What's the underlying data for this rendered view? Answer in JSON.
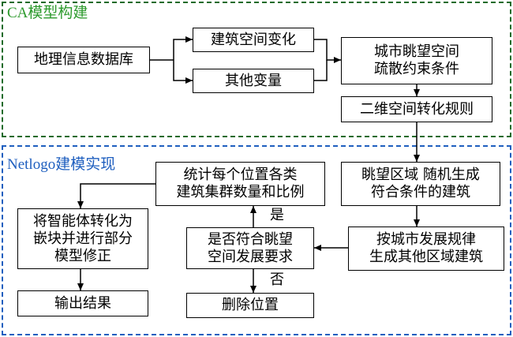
{
  "sections": {
    "ca_title": "CA模型构建",
    "netlogo_title": "Netlogo建模实现"
  },
  "nodes": {
    "gis_db": "地理信息数据库",
    "building_change": "建筑空间变化",
    "other_change": "其他变量",
    "city_view_constraint": "城市眺望空间\n疏散约束条件",
    "transform_rule": "二维空间转化规则",
    "random_generate": "眺望区域 随机生成\n符合条件的建筑",
    "generate_other": "按城市发展规律\n生成其他区域建筑",
    "check_requirement": "是否符合眺望\n空间发展要求",
    "delete_position": "删除位置",
    "count_ratio": "统计每个位置各类\n建筑集群数量和比例",
    "agent_to_block": "将智能体转化为\n嵌块并进行部分\n模型修正",
    "output_result": "输出结果"
  },
  "labels": {
    "yes": "是",
    "no": "否"
  },
  "colors": {
    "ca_frame": "#1f6b2a",
    "ca_title": "#2c9a2c",
    "netlogo_frame": "#1f5fbf"
  }
}
